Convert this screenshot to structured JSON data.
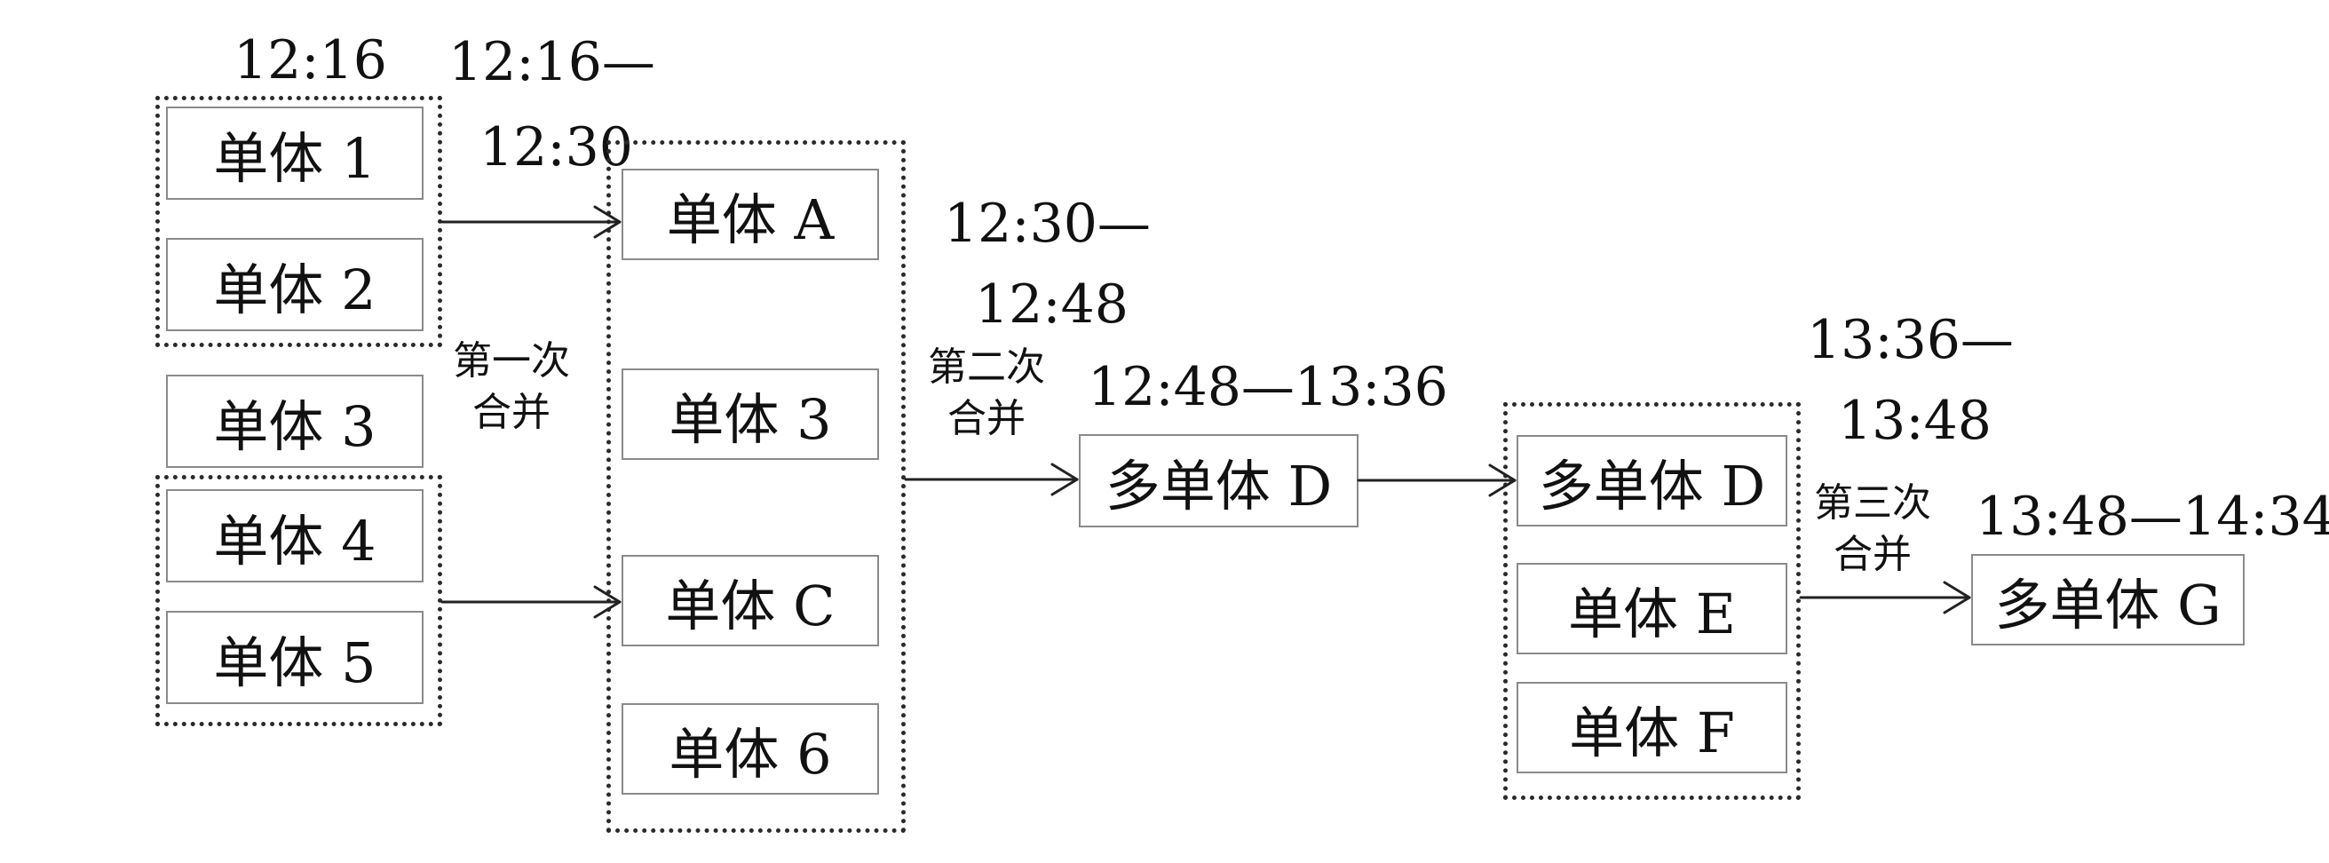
{
  "times": {
    "t1": "12:16",
    "t2a": "12:16—",
    "t2b": "12:30",
    "t3a": "12:30—",
    "t3b": "12:48",
    "t4": "12:48—13:36",
    "t5a": "13:36—",
    "t5b": "13:48",
    "t6": "13:48—14:34"
  },
  "merges": {
    "first_a": "第一次",
    "first_b": "合并",
    "second_a": "第二次",
    "second_b": "合并",
    "third_a": "第三次",
    "third_b": "合并"
  },
  "nodes": {
    "u1": "单体 1",
    "u2": "单体 2",
    "u3": "单体 3",
    "u4": "单体 4",
    "u5": "单体 5",
    "uA": "单体 A",
    "u3b": "单体 3",
    "uC": "单体 C",
    "u6": "单体 6",
    "mD": "多单体 D",
    "mD2": "多单体 D",
    "uE": "单体 E",
    "uF": "单体 F",
    "mG": "多单体 G"
  }
}
